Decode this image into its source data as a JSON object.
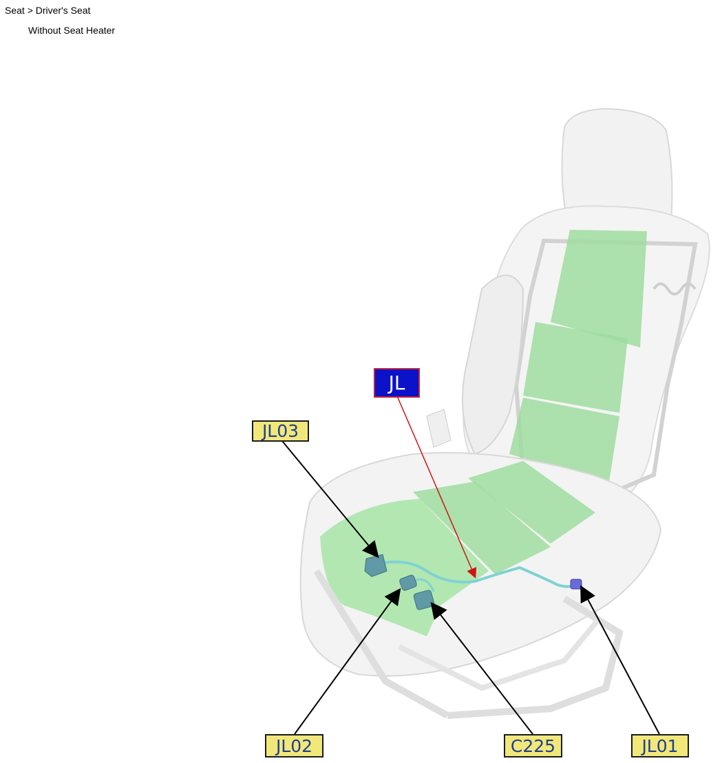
{
  "header": {
    "breadcrumb": "Seat > Driver's Seat",
    "subtitle": "Without Seat Heater"
  },
  "callouts": {
    "jl": "JL",
    "jl03": "JL03",
    "jl02": "JL02",
    "c225": "C225",
    "jl01": "JL01"
  },
  "colors": {
    "harness_callout_bg": "#0b12c8",
    "harness_callout_border": "#c2253a",
    "connector_callout_bg": "#f2e87a",
    "connector_callout_text": "#1f3f8f",
    "heater_mat": "#9fdc9f",
    "connector": "#5f9aa6",
    "jl01_connector": "#6a6ad8"
  }
}
